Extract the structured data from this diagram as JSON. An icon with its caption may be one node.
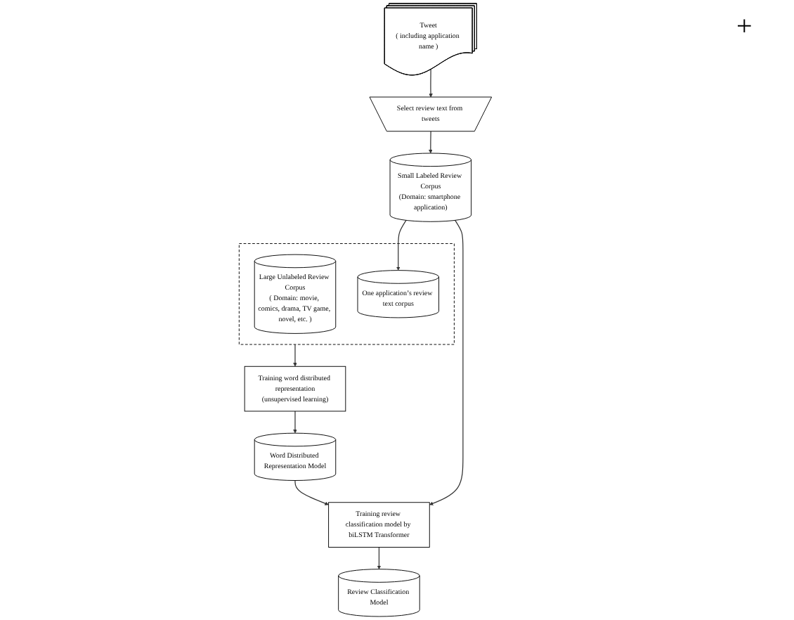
{
  "diagram": {
    "nodes": [
      {
        "text": [
          "Tweet",
          "( including application name )"
        ]
      },
      {
        "text": [
          "Select review text from tweets"
        ]
      },
      {
        "text": [],
        "shape": "box"
      },
      {
        "text": [
          "Large Unlabeled Review Corpus",
          "( Domain: movie, comics, drama, TV game, novel, etc. )"
        ],
        "in": 2
      },
      {
        "text": [
          "One application’s review text corpus"
        ],
        "in": 2
      },
      {
        "text": [
          "Small Labeled Review Corpus",
          "(Domain: smartphone application)"
        ]
      },
      {
        "text": [
          "Training word distributed representation",
          "(unsupervised learning)"
        ]
      },
      {
        "text": [
          "Word Distributed Representation Model"
        ]
      },
      {
        "text": [
          "Training review classification model by biLSTM Transformer"
        ]
      },
      {
        "text": [
          "Review Classification Model"
        ]
      }
    ],
    "edges": [
      {
        "from": 0,
        "to": 1,
        "arrow": "to"
      },
      {
        "from": 1,
        "to": 5,
        "arrow": "to"
      },
      {
        "from": 5,
        "to": 4,
        "arrow": "to"
      },
      {
        "from": 2,
        "to": 6,
        "arrow": "to"
      },
      {
        "from": 6,
        "to": 7,
        "arrow": "to"
      },
      {
        "from": 7,
        "to": 8,
        "arrow": "to"
      },
      {
        "from": 5,
        "to": 8,
        "arrow": "to"
      },
      {
        "from": 8,
        "to": 9,
        "arrow": "to"
      }
    ],
    "labels": [
      "+"
    ]
  }
}
